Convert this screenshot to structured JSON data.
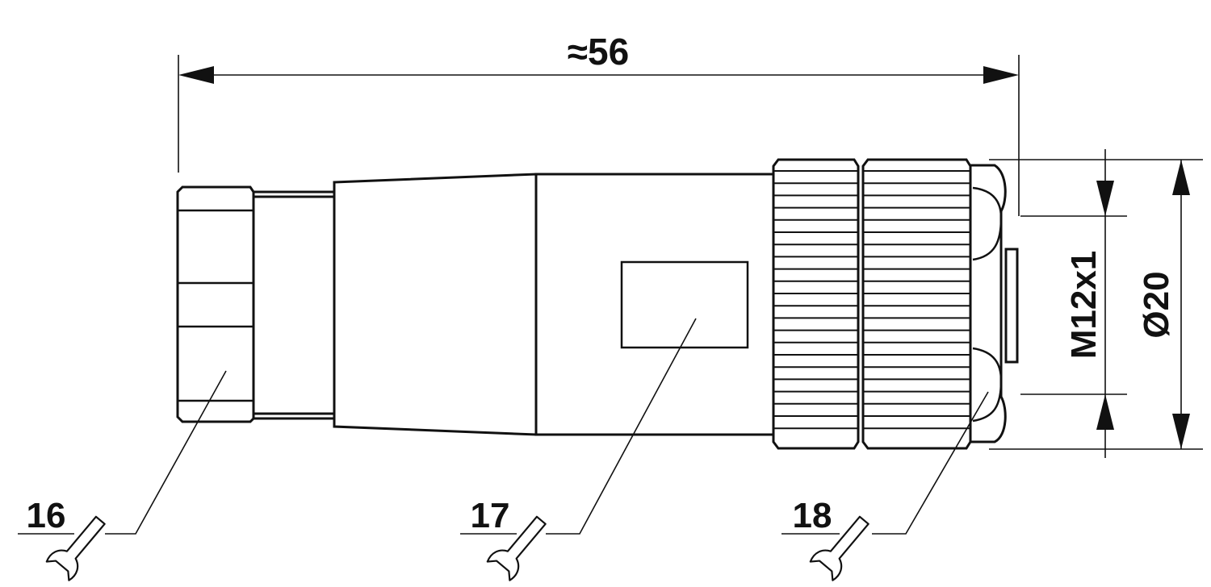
{
  "dimensions": {
    "overall_length": "≈56",
    "thread": "M12x1",
    "diameter": "Ø20"
  },
  "callouts": [
    {
      "number": "16",
      "icon": "wrench-icon"
    },
    {
      "number": "17",
      "icon": "wrench-icon"
    },
    {
      "number": "18",
      "icon": "wrench-icon"
    }
  ]
}
